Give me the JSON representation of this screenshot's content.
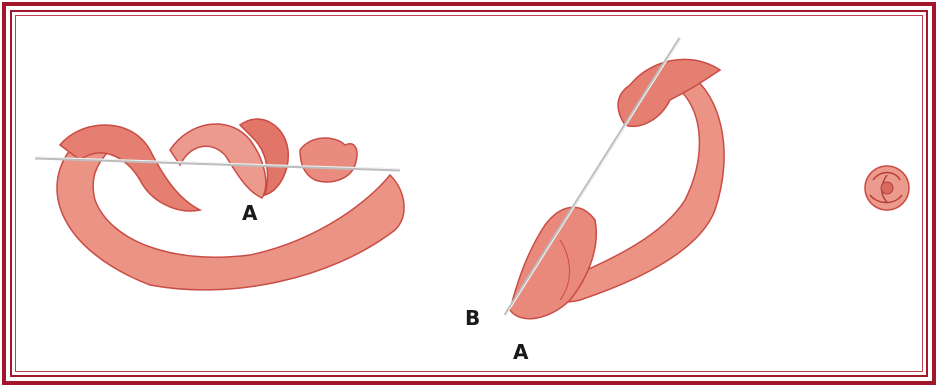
{
  "labels": {
    "fig1_a": "A",
    "fig2_b": "B",
    "fig2_a": "A"
  },
  "colors": {
    "frame": "#a3172c",
    "ribbon_fill": "#e9897c",
    "ribbon_edge": "#c94c45",
    "needle": "#c8c8c8"
  }
}
